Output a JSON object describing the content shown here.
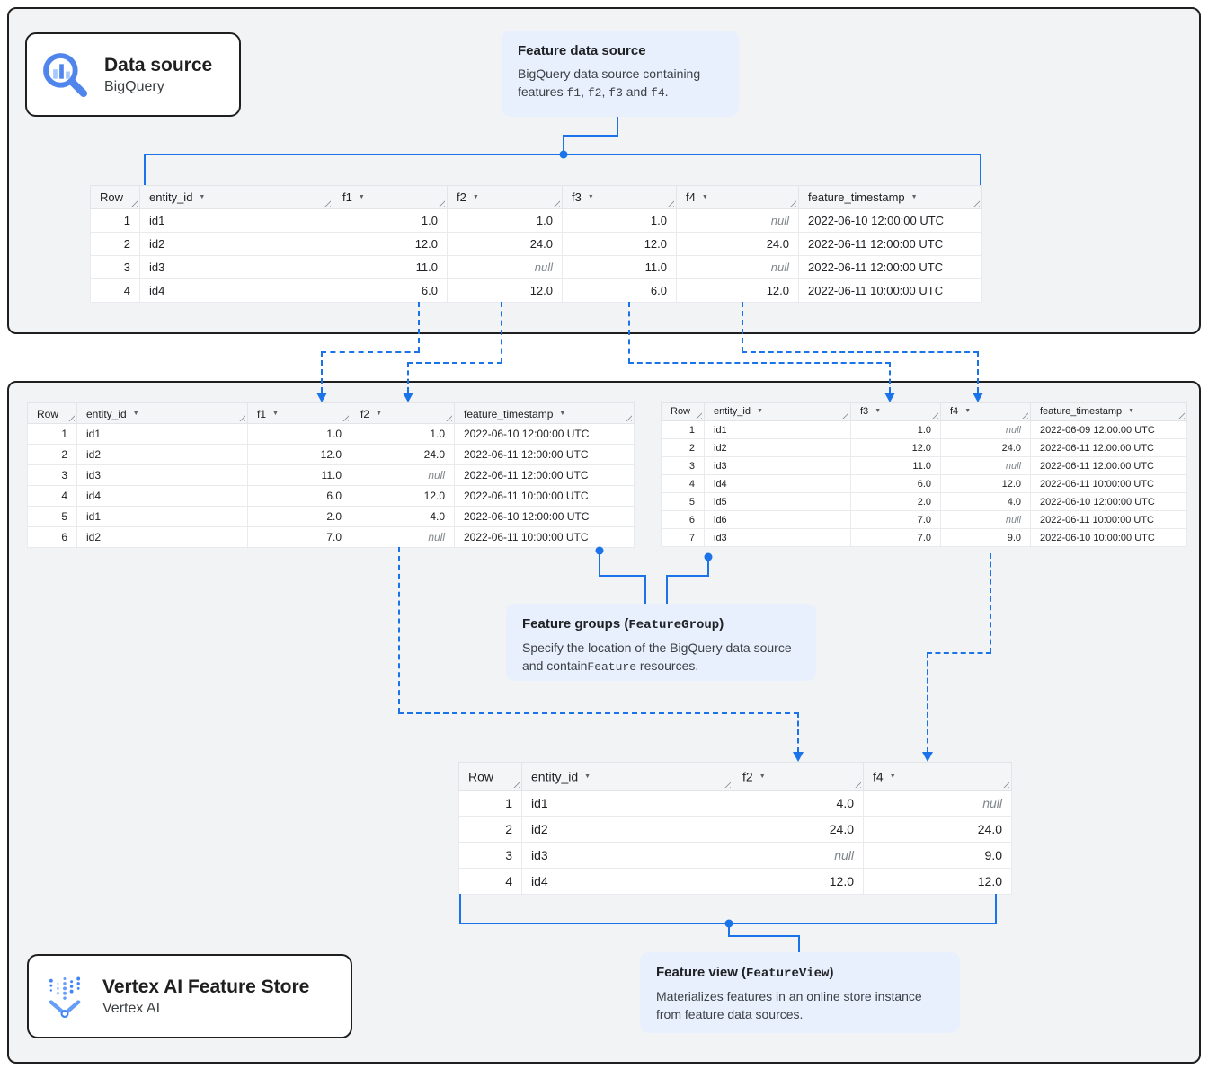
{
  "colors": {
    "connector_blue": "#1a73e8",
    "callout_bg": "#e8f0fe",
    "panel_bg": "#f1f3f4"
  },
  "cards": {
    "data_source": {
      "title": "Data source",
      "subtitle": "BigQuery"
    },
    "feature_store": {
      "title": "Vertex AI Feature Store",
      "subtitle": "Vertex AI"
    }
  },
  "callouts": {
    "feature_data_source": {
      "title_parts": [
        {
          "t": "Feature data source"
        }
      ],
      "body_parts": [
        {
          "t": "BigQuery data source containing features "
        },
        {
          "t": "f1",
          "mono": true
        },
        {
          "t": ", "
        },
        {
          "t": "f2",
          "mono": true
        },
        {
          "t": ", "
        },
        {
          "t": "f3",
          "mono": true
        },
        {
          "t": " and "
        },
        {
          "t": "f4",
          "mono": true
        },
        {
          "t": "."
        }
      ]
    },
    "feature_groups": {
      "title_parts": [
        {
          "t": "Feature groups ("
        },
        {
          "t": "FeatureGroup",
          "mono": true
        },
        {
          "t": ")"
        }
      ],
      "body_parts": [
        {
          "t": "Specify the location of the BigQuery data source and contain"
        },
        {
          "t": "Feature",
          "mono": true
        },
        {
          "t": " resources."
        }
      ]
    },
    "feature_view": {
      "title_parts": [
        {
          "t": "Feature view ("
        },
        {
          "t": "FeatureView",
          "mono": true
        },
        {
          "t": ")"
        }
      ],
      "body_parts": [
        {
          "t": "Materializes features in an online store instance from feature data sources."
        }
      ]
    }
  },
  "tables": {
    "source": {
      "columns": [
        {
          "label": "Row",
          "type": "rownum"
        },
        {
          "label": "entity_id",
          "caret": true,
          "type": "text"
        },
        {
          "label": "f1",
          "caret": true,
          "type": "num"
        },
        {
          "label": "f2",
          "caret": true,
          "type": "num"
        },
        {
          "label": "f3",
          "caret": true,
          "type": "num"
        },
        {
          "label": "f4",
          "caret": true,
          "type": "num"
        },
        {
          "label": "feature_timestamp",
          "caret": true,
          "type": "ts"
        }
      ],
      "rows": [
        [
          "1",
          "id1",
          "1.0",
          "1.0",
          "1.0",
          "null",
          "2022-06-10 12:00:00 UTC"
        ],
        [
          "2",
          "id2",
          "12.0",
          "24.0",
          "12.0",
          "24.0",
          "2022-06-11 12:00:00 UTC"
        ],
        [
          "3",
          "id3",
          "11.0",
          "null",
          "11.0",
          "null",
          "2022-06-11 12:00:00 UTC"
        ],
        [
          "4",
          "id4",
          "6.0",
          "12.0",
          "6.0",
          "12.0",
          "2022-06-11 10:00:00 UTC"
        ]
      ]
    },
    "feature_group_f1_f2": {
      "columns": [
        {
          "label": "Row",
          "type": "rownum"
        },
        {
          "label": "entity_id",
          "caret": true,
          "type": "text"
        },
        {
          "label": "f1",
          "caret": true,
          "type": "num"
        },
        {
          "label": "f2",
          "caret": true,
          "type": "num"
        },
        {
          "label": "feature_timestamp",
          "caret": true,
          "type": "ts"
        }
      ],
      "rows": [
        [
          "1",
          "id1",
          "1.0",
          "1.0",
          "2022-06-10 12:00:00 UTC"
        ],
        [
          "2",
          "id2",
          "12.0",
          "24.0",
          "2022-06-11 12:00:00 UTC"
        ],
        [
          "3",
          "id3",
          "11.0",
          "null",
          "2022-06-11 12:00:00 UTC"
        ],
        [
          "4",
          "id4",
          "6.0",
          "12.0",
          "2022-06-11 10:00:00 UTC"
        ],
        [
          "5",
          "id1",
          "2.0",
          "4.0",
          "2022-06-10 12:00:00 UTC"
        ],
        [
          "6",
          "id2",
          "7.0",
          "null",
          "2022-06-11 10:00:00 UTC"
        ]
      ]
    },
    "feature_group_f3_f4": {
      "columns": [
        {
          "label": "Row",
          "type": "rownum"
        },
        {
          "label": "entity_id",
          "caret": true,
          "type": "text"
        },
        {
          "label": "f3",
          "caret": true,
          "type": "num"
        },
        {
          "label": "f4",
          "caret": true,
          "type": "num"
        },
        {
          "label": "feature_timestamp",
          "caret": true,
          "type": "ts"
        }
      ],
      "rows": [
        [
          "1",
          "id1",
          "1.0",
          "null",
          "2022-06-09 12:00:00 UTC"
        ],
        [
          "2",
          "id2",
          "12.0",
          "24.0",
          "2022-06-11 12:00:00 UTC"
        ],
        [
          "3",
          "id3",
          "11.0",
          "null",
          "2022-06-11 12:00:00 UTC"
        ],
        [
          "4",
          "id4",
          "6.0",
          "12.0",
          "2022-06-11 10:00:00 UTC"
        ],
        [
          "5",
          "id5",
          "2.0",
          "4.0",
          "2022-06-10 12:00:00 UTC"
        ],
        [
          "6",
          "id6",
          "7.0",
          "null",
          "2022-06-11 10:00:00 UTC"
        ],
        [
          "7",
          "id3",
          "7.0",
          "9.0",
          "2022-06-10 10:00:00 UTC"
        ]
      ]
    },
    "feature_view": {
      "columns": [
        {
          "label": "Row",
          "type": "rownum"
        },
        {
          "label": "entity_id",
          "caret": true,
          "type": "text"
        },
        {
          "label": "f2",
          "caret": true,
          "type": "num"
        },
        {
          "label": "f4",
          "caret": true,
          "type": "num"
        }
      ],
      "rows": [
        [
          "1",
          "id1",
          "4.0",
          "null"
        ],
        [
          "2",
          "id2",
          "24.0",
          "24.0"
        ],
        [
          "3",
          "id3",
          "null",
          "9.0"
        ],
        [
          "4",
          "id4",
          "12.0",
          "12.0"
        ]
      ]
    }
  }
}
